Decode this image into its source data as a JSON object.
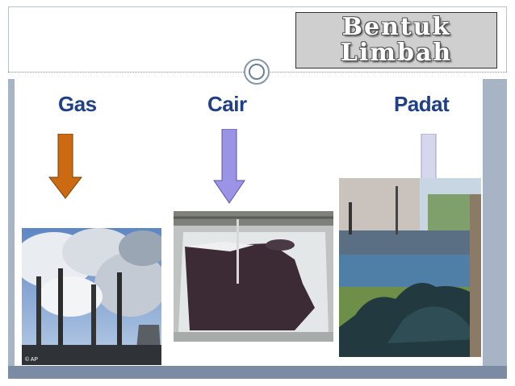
{
  "slide": {
    "title_line1": "Bentuk",
    "title_line2": "Limbah"
  },
  "categories": [
    {
      "label": "Gas",
      "arrow_color": "#cc6a12",
      "photo_icon": "smokestacks-photo",
      "credit": "© AP"
    },
    {
      "label": "Cair",
      "arrow_color": "#9a93e6",
      "photo_icon": "liquid-waste-pool-photo"
    },
    {
      "label": "Padat",
      "arrow_color": "#d6d6ec",
      "photo_icon": "solid-waste-pile-photo"
    }
  ],
  "colors": {
    "label_text": "#1f3f86",
    "panel_border": "#a7b4c6",
    "footer": "#7b8ba3",
    "title_box": "#cfcfcf"
  }
}
